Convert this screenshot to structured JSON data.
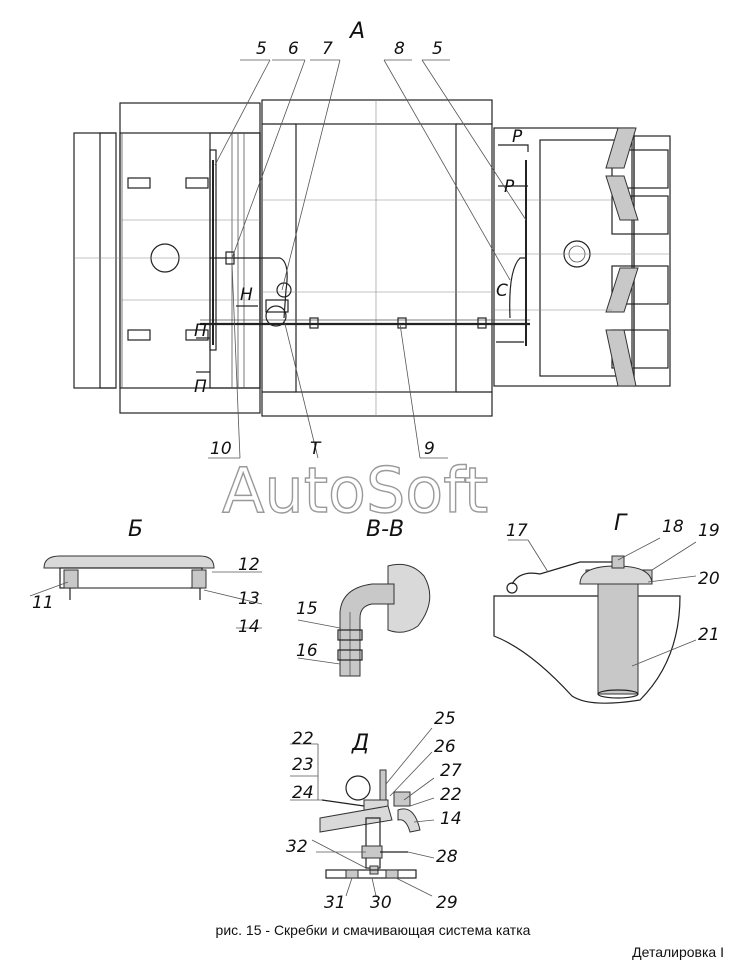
{
  "view_labels": {
    "main": "А",
    "section_b": "Б",
    "section_v": "В-В",
    "section_g": "Г",
    "section_d": "Д"
  },
  "cut_marks": {
    "p1": "Р",
    "p2": "Р",
    "s": "С",
    "n": "Н",
    "pi1": "П",
    "pi2": "П",
    "t": "Т"
  },
  "parts": {
    "p5a": "5",
    "p6": "6",
    "p7": "7",
    "p8": "8",
    "p5b": "5",
    "p10": "10",
    "p9": "9",
    "p11": "11",
    "p12": "12",
    "p13": "13",
    "p14a": "14",
    "p15": "15",
    "p16": "16",
    "p17": "17",
    "p18": "18",
    "p19": "19",
    "p20": "20",
    "p21": "21",
    "p22a": "22",
    "p23": "23",
    "p24": "24",
    "p25": "25",
    "p26": "26",
    "p27": "27",
    "p22b": "22",
    "p14b": "14",
    "p28": "28",
    "p32": "32",
    "p31": "31",
    "p30": "30",
    "p29": "29"
  },
  "watermark": "AutoSoft",
  "caption": "рис. 15 - Скребки и смачивающая система катка",
  "footer": "Деталировка  I"
}
